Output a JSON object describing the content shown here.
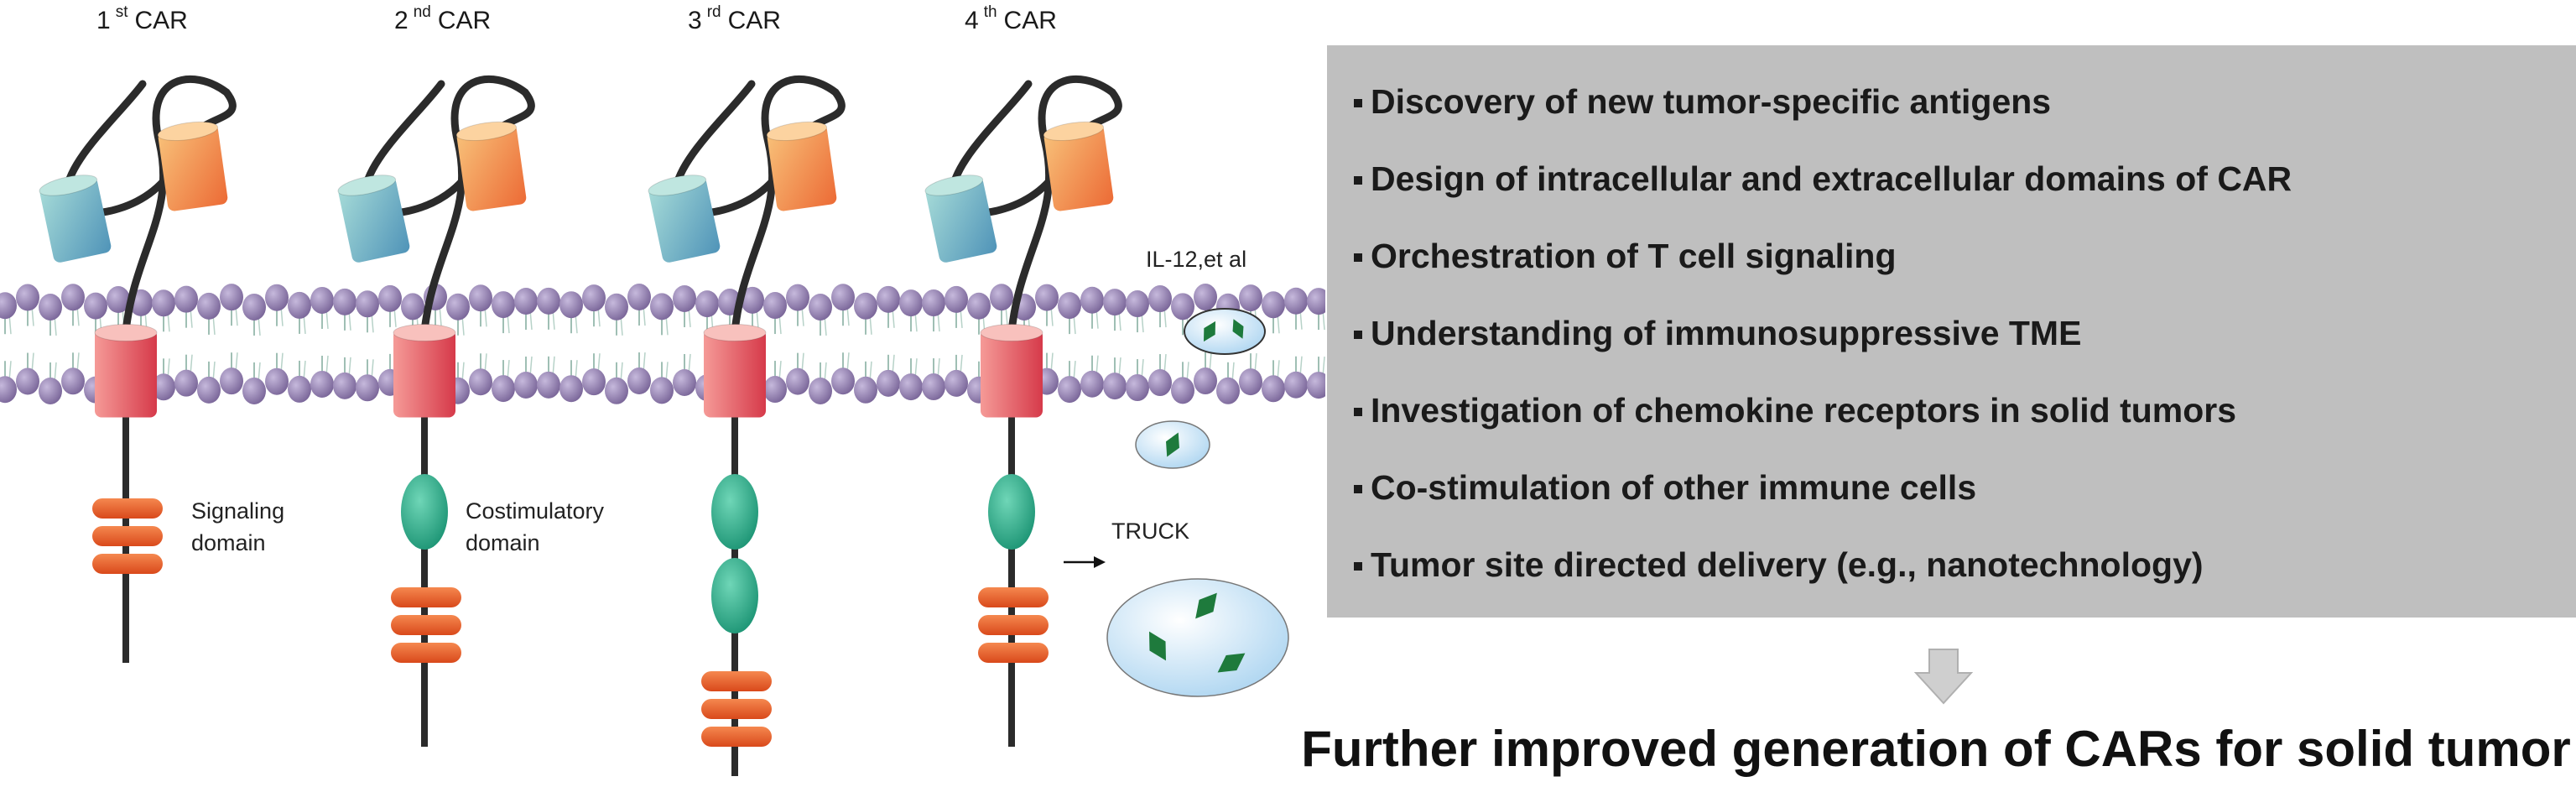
{
  "generations": [
    {
      "num": "1",
      "sup": "st",
      "suffix": "CAR"
    },
    {
      "num": "2",
      "sup": "nd",
      "suffix": "CAR"
    },
    {
      "num": "3",
      "sup": "rd",
      "suffix": "CAR"
    },
    {
      "num": "4",
      "sup": "th",
      "suffix": "CAR"
    }
  ],
  "labels": {
    "signaling": "Signaling\ndomain",
    "costimulatory": "Costimulatory\ndomain",
    "cytokine": "IL-12,et al",
    "truck": "TRUCK"
  },
  "strategies": [
    "Discovery of new tumor-specific antigens",
    "Design of intracellular and extracellular domains of CAR",
    "Orchestration of T cell signaling",
    "Understanding of immunosuppressive TME",
    "Investigation of chemokine receptors in solid tumors",
    "Co-stimulation of other immune cells",
    "Tumor site directed delivery (e.g., nanotechnology)"
  ],
  "conclusion": "Further improved generation of CARs for solid tumor",
  "colors": {
    "panel": "#bfbfbf",
    "lipid_head": "#8a76a8",
    "vh_domain": "#7ab6c6",
    "vl_domain": "#f08a4e",
    "transmembrane": "#e0525c",
    "costim": "#2aa586",
    "signal_bar": "#e85d2a",
    "vesicle": "#d6eaf7",
    "cytokine_particle": "#1e7a3c",
    "arrow": "#cccccc"
  },
  "icons": [
    "arrow-right-icon",
    "arrow-down-icon"
  ]
}
